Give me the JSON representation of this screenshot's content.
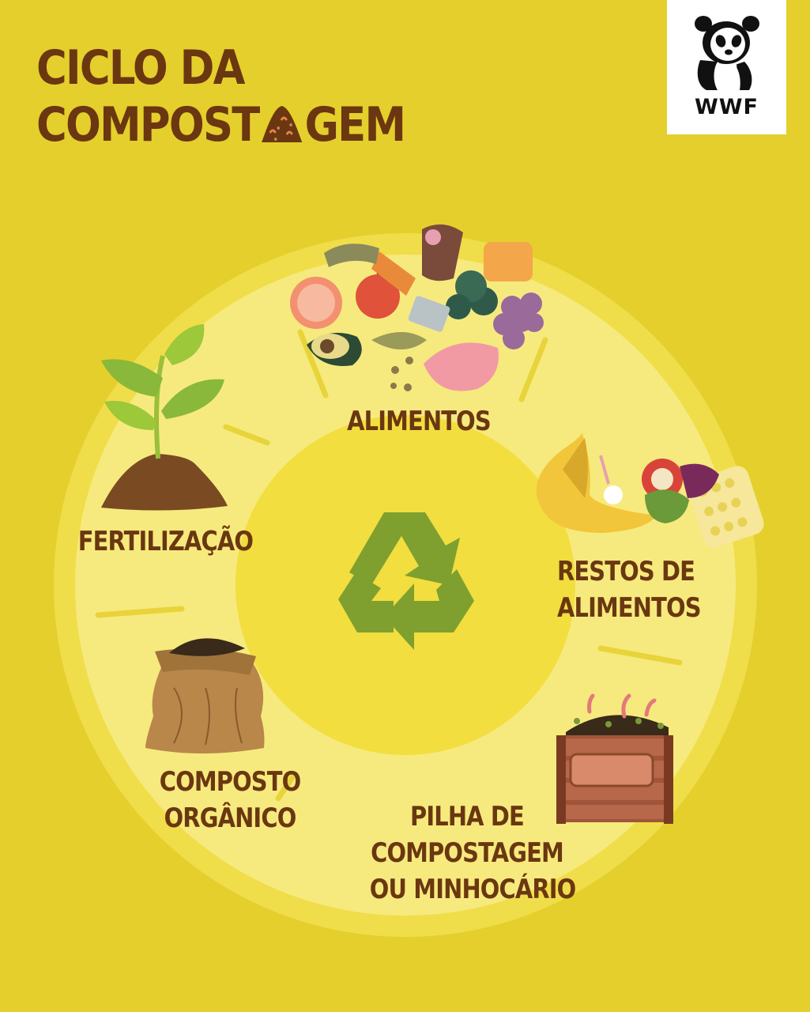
{
  "title": {
    "line1": "CICLO DA",
    "line2_before": "COMPOST",
    "line2_glyph": "compost-pile-icon",
    "line2_after": "GEM"
  },
  "logo": {
    "icon": "panda-icon",
    "text": "WWF"
  },
  "center_icon": "recycle-icon",
  "stages": [
    {
      "icon": "food-assortment-icon",
      "lines": [
        "ALIMENTOS"
      ]
    },
    {
      "icon": "food-scraps-icon",
      "lines": [
        "RESTOS DE",
        "ALIMENTOS"
      ]
    },
    {
      "icon": "compost-crate-icon",
      "lines": [
        "PILHA DE",
        "COMPOSTAGEM",
        "OU MINHOCÁRIO"
      ]
    },
    {
      "icon": "compost-sack-icon",
      "lines": [
        "COMPOSTO",
        "ORGÂNICO"
      ]
    },
    {
      "icon": "sprout-icon",
      "lines": [
        "FERTILIZAÇÃO"
      ]
    }
  ],
  "colors": {
    "background": "#e5cf2c",
    "ring_outer": "#f0dd4a",
    "ring_inner": "#f6ea7e",
    "center": "#f2de3e",
    "text": "#6a3710",
    "recycle": "#7fa02f"
  }
}
